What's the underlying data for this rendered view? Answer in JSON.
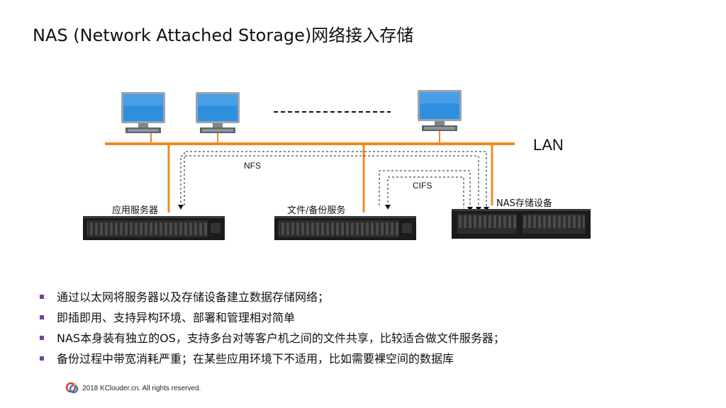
{
  "title": "NAS (Network Attached Storage)网络接入存储",
  "diagram": {
    "lan_label": "LAN",
    "protocols": {
      "nfs": "NFS",
      "cifs": "CIFS"
    },
    "servers": {
      "app": "应用服务器",
      "file_backup": "文件/备份服务",
      "nas": "NAS存储设备"
    },
    "icons": {
      "workstation": "desktop-monitor-icon",
      "server": "rack-server-icon"
    },
    "colors": {
      "lan": "#f08a24",
      "monitor": "#1f7fd1",
      "server": "#1b1b1b",
      "bullet": "#7b3fa6"
    }
  },
  "bullets": [
    "通过以太网将服务器以及存储设备建立数据存储网络；",
    "即插即用、支持异构环境、部署和管理相对简单",
    "NAS本身装有独立的OS，支持多台对等客户机之间的文件共享，比较适合做文件服务器；",
    "备份过程中带宽消耗严重；在某些应用环境下不适用，比如需要裸空间的数据库"
  ],
  "footer": {
    "copyright": "2018 KClouder.cn. All rights reserved."
  }
}
